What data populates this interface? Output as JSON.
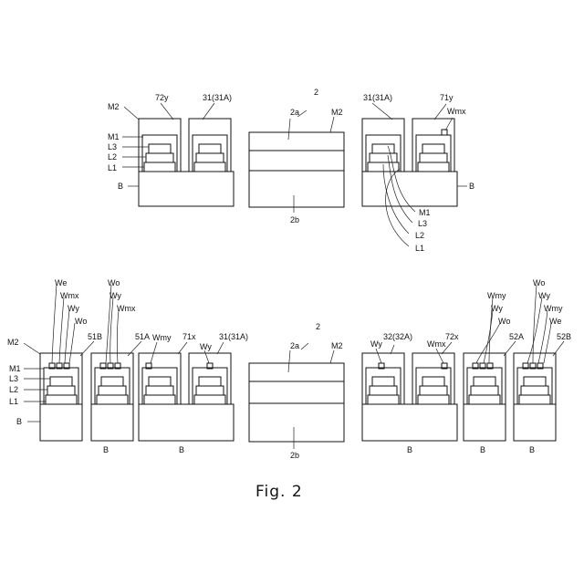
{
  "top_row": {
    "label_m2_left": "M2",
    "label_72y": "72y",
    "label_31_31a_left": "31(31A)",
    "label_2": "2",
    "label_2a": "2a",
    "label_m2_mid": "M2",
    "label_31_31a_right": "31(31A)",
    "label_71y": "71y",
    "label_wmx": "Wmx",
    "label_m1_left": "M1",
    "label_l3_left": "L3",
    "label_l2_left": "L2",
    "label_l1_left": "L1",
    "label_b_left": "B",
    "label_2b": "2b",
    "label_b_right": "B",
    "label_m1_right": "M1",
    "label_l3_right": "L3",
    "label_l2_right": "L2",
    "label_l1_right": "L1"
  },
  "bottom_row": {
    "label_we_left": "We",
    "label_wmx_left": "Wmx",
    "label_wy_left": "Wy",
    "label_wo_left": "Wo",
    "label_wo_2": "Wo",
    "label_wy_2": "Wy",
    "label_wmx_2": "Wmx",
    "label_m2": "M2",
    "label_51b": "51B",
    "label_51a": "51A",
    "label_wmy": "Wmy",
    "label_71x": "71x",
    "label_wy_3": "Wy",
    "label_31_31a": "31(31A)",
    "label_2": "2",
    "label_2a": "2a",
    "label_m2_mid": "M2",
    "label_m1": "M1",
    "label_l3": "L3",
    "label_l2": "L2",
    "label_l1": "L1",
    "label_b_left": "B",
    "label_b_51b": "B",
    "label_b_51a": "B",
    "label_2b": "2b",
    "label_wy_r": "Wy",
    "label_32_32a": "32(32A)",
    "label_wmx_r": "Wmx",
    "label_72x": "72x",
    "label_wmy_r": "Wmy",
    "label_wy_r2": "Wy",
    "label_wo_r": "Wo",
    "label_wo_r2": "Wo",
    "label_wy_r3": "Wy",
    "label_wmy_r2": "Wmy",
    "label_we_r": "We",
    "label_52a": "52A",
    "label_52b": "52B",
    "label_b_r1": "B",
    "label_b_r2": "B",
    "label_b_r3": "B"
  },
  "caption": "Fig. 2",
  "colors": {
    "line": "#111111",
    "hatch": "#111111",
    "light_band": "#e4e4e4",
    "dark_band": "#9a9a9a"
  }
}
